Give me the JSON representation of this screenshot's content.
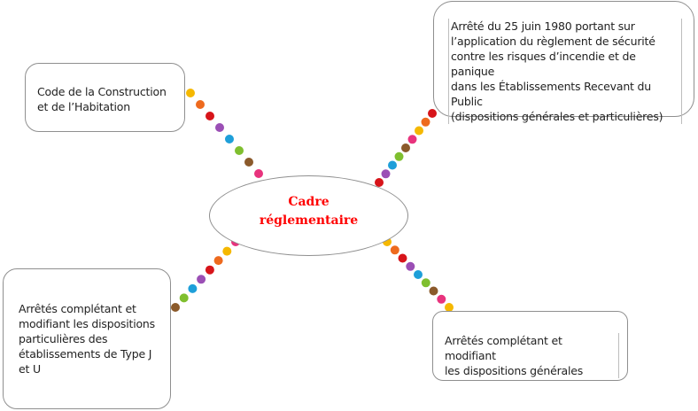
{
  "center": {
    "label": "Cadre\nréglementaire",
    "label_color": "#ff0000"
  },
  "nodes": {
    "code": {
      "text": "Code de la Construction\net de l’Habitation"
    },
    "arrete_1980": {
      "text": "Arrêté du 25 juin 1980 portant sur\nl’application du règlement de sécurité\ncontre les risques d’incendie et de panique\ndans les Établissements Recevant du Public\n(dispositions générales et particulières)"
    },
    "type_ju": {
      "text": "Arrêtés complétant et\nmodifiant les dispositions\nparticulières des\nétablissements de Type J\net U"
    },
    "generales": {
      "text": "Arrêtés complétant et modifiant\nles dispositions générales"
    }
  },
  "connector_palette": [
    "#f5b800",
    "#ee6a1e",
    "#d7141a",
    "#9b4fb5",
    "#1e9fd9",
    "#7fbf2f",
    "#8b5a2b",
    "#e8337d"
  ]
}
